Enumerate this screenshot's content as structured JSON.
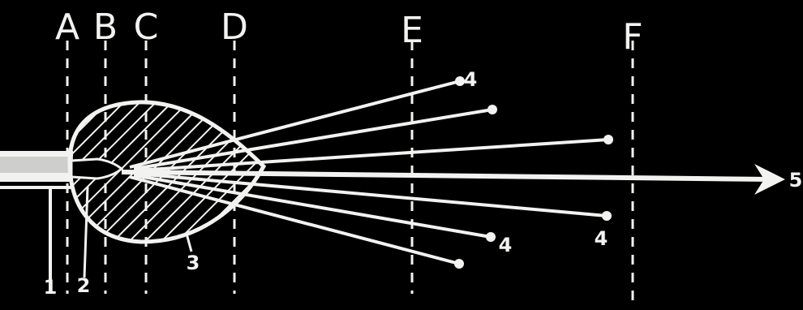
{
  "diagram": {
    "colors": {
      "background": "#000000",
      "ink": "#f2f2f0"
    },
    "planes": [
      "A",
      "B",
      "C",
      "D",
      "E",
      "F"
    ],
    "callouts": {
      "c1": "1",
      "c2": "2",
      "c3": "3",
      "c4a": "4",
      "c4b": "4",
      "c4c": "4",
      "c5": "5"
    }
  }
}
